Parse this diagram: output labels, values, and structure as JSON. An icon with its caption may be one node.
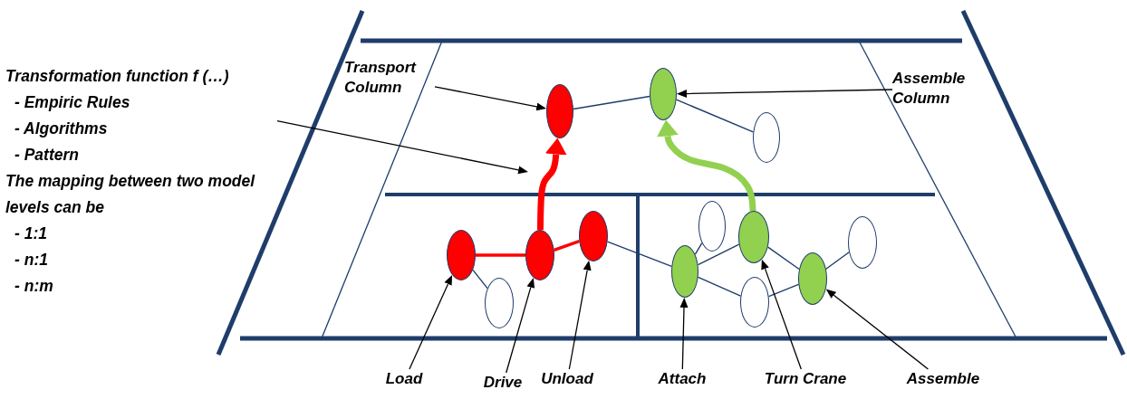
{
  "diagram": {
    "nodes": [
      {
        "text": [
          "Transformation function f (…)",
          "- Empiric Rules",
          "- Algorithms",
          "- Pattern",
          "The mapping between two model levels can be",
          "- 1:1",
          "- n:1",
          "- n:m"
        ]
      },
      {
        "text": [
          "Transport Column"
        ]
      },
      {
        "text": [
          "Assemble Column"
        ]
      },
      {
        "text": [],
        "shape": "ellipse"
      },
      {
        "text": [],
        "shape": "ellipse"
      },
      {
        "text": [],
        "shape": "ellipse"
      },
      {
        "text": [],
        "shape": "ellipse"
      },
      {
        "text": [],
        "shape": "ellipse"
      },
      {
        "text": [],
        "shape": "ellipse"
      },
      {
        "text": [],
        "shape": "ellipse"
      },
      {
        "text": [],
        "shape": "ellipse"
      },
      {
        "text": [],
        "shape": "ellipse"
      },
      {
        "text": [],
        "shape": "ellipse"
      },
      {
        "text": [],
        "shape": "ellipse"
      },
      {
        "text": [],
        "shape": "ellipse"
      },
      {
        "text": [],
        "shape": "ellipse"
      },
      {
        "text": [
          "Load"
        ]
      },
      {
        "text": [
          "Drive"
        ]
      },
      {
        "text": [
          "Unload"
        ]
      },
      {
        "text": [
          "Attach"
        ]
      },
      {
        "text": [
          "Turn Crane"
        ]
      },
      {
        "text": [
          "Assemble"
        ]
      }
    ],
    "edges": [
      {
        "from": 1,
        "to": 3,
        "arrow": "to",
        "color": "#000000"
      },
      {
        "from": 2,
        "to": 4,
        "arrow": "to",
        "color": "#000000"
      },
      {
        "from": 3,
        "to": 4,
        "arrow": "none"
      },
      {
        "from": 4,
        "to": 5,
        "arrow": "none"
      },
      {
        "from": 6,
        "to": 8,
        "arrow": "none",
        "style": "thick",
        "color": "#ff0000"
      },
      {
        "from": 8,
        "to": 9,
        "arrow": "none",
        "style": "thick",
        "color": "#ff0000"
      },
      {
        "from": 6,
        "to": 7,
        "arrow": "none"
      },
      {
        "from": 9,
        "to": 11,
        "arrow": "none"
      },
      {
        "from": 11,
        "to": 10,
        "arrow": "none"
      },
      {
        "from": 11,
        "to": 13,
        "arrow": "none"
      },
      {
        "from": 11,
        "to": 12,
        "arrow": "none"
      },
      {
        "from": 13,
        "to": 14,
        "arrow": "none"
      },
      {
        "from": 12,
        "to": 14,
        "arrow": "none"
      },
      {
        "from": 14,
        "to": 15,
        "arrow": "none"
      },
      {
        "from": 8,
        "to": 3,
        "arrow": "to",
        "style": "thick",
        "color": "#ff0000"
      },
      {
        "from": 13,
        "to": 4,
        "arrow": "to",
        "style": "thick",
        "color": "#92d050"
      },
      {
        "from": 0,
        "to": null,
        "arrow": "to",
        "color": "#000000"
      },
      {
        "from": 16,
        "to": 6,
        "arrow": "to",
        "color": "#000000"
      },
      {
        "from": 17,
        "to": 8,
        "arrow": "to",
        "color": "#000000"
      },
      {
        "from": 18,
        "to": 9,
        "arrow": "to",
        "color": "#000000"
      },
      {
        "from": 19,
        "to": 11,
        "arrow": "to",
        "color": "#000000"
      },
      {
        "from": 20,
        "to": 13,
        "arrow": "to",
        "color": "#000000"
      },
      {
        "from": 21,
        "to": 14,
        "arrow": "to",
        "color": "#000000"
      }
    ]
  }
}
